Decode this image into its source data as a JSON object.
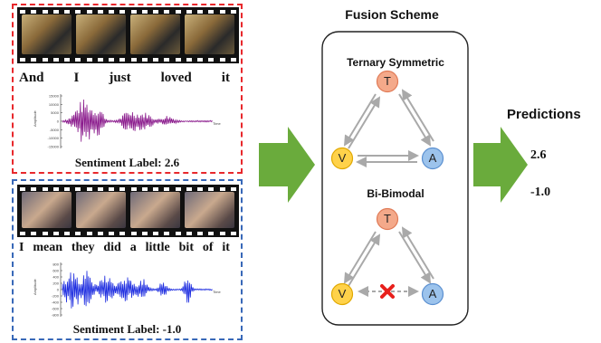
{
  "samples": [
    {
      "border_color": "#e8282c",
      "words": [
        "And",
        "I",
        "just",
        "loved",
        "it"
      ],
      "sentiment_label": "Sentiment Label: 2.6",
      "wave_color": "#8a1a8c",
      "y_ticks": [
        "15000",
        "10000",
        "5000",
        "0",
        "-5000",
        "-10000",
        "-15000"
      ],
      "y_axis_label": "Amplitude",
      "x_axis_label": "Time"
    },
    {
      "border_color": "#3868b8",
      "words": [
        "I",
        "mean",
        "they",
        "did",
        "a",
        "little",
        "bit",
        "of",
        "it"
      ],
      "sentiment_label": "Sentiment Label: -1.0",
      "wave_color": "#1f2ee0",
      "y_ticks": [
        "800",
        "600",
        "400",
        "200",
        "0",
        "-200",
        "-400",
        "-600",
        "-800"
      ],
      "y_axis_label": "Amplitude",
      "x_axis_label": "Time"
    }
  ],
  "fusion": {
    "title": "Fusion Scheme",
    "scheme1": "Ternary Symmetric",
    "scheme2": "Bi-Bimodal",
    "nodes": {
      "t": {
        "label": "T",
        "color": "#f4a98a",
        "stroke": "#e07a56"
      },
      "v": {
        "label": "V",
        "color": "#ffd24a",
        "stroke": "#e0a800"
      },
      "a": {
        "label": "A",
        "color": "#9cc3ec",
        "stroke": "#5a8fd0"
      }
    },
    "arrow_color": "#a9a9a9",
    "cross_color": "#e8201c"
  },
  "predictions": {
    "title": "Predictions",
    "values": [
      "2.6",
      "-1.0"
    ]
  },
  "arrow_fill": "#6aab3c"
}
